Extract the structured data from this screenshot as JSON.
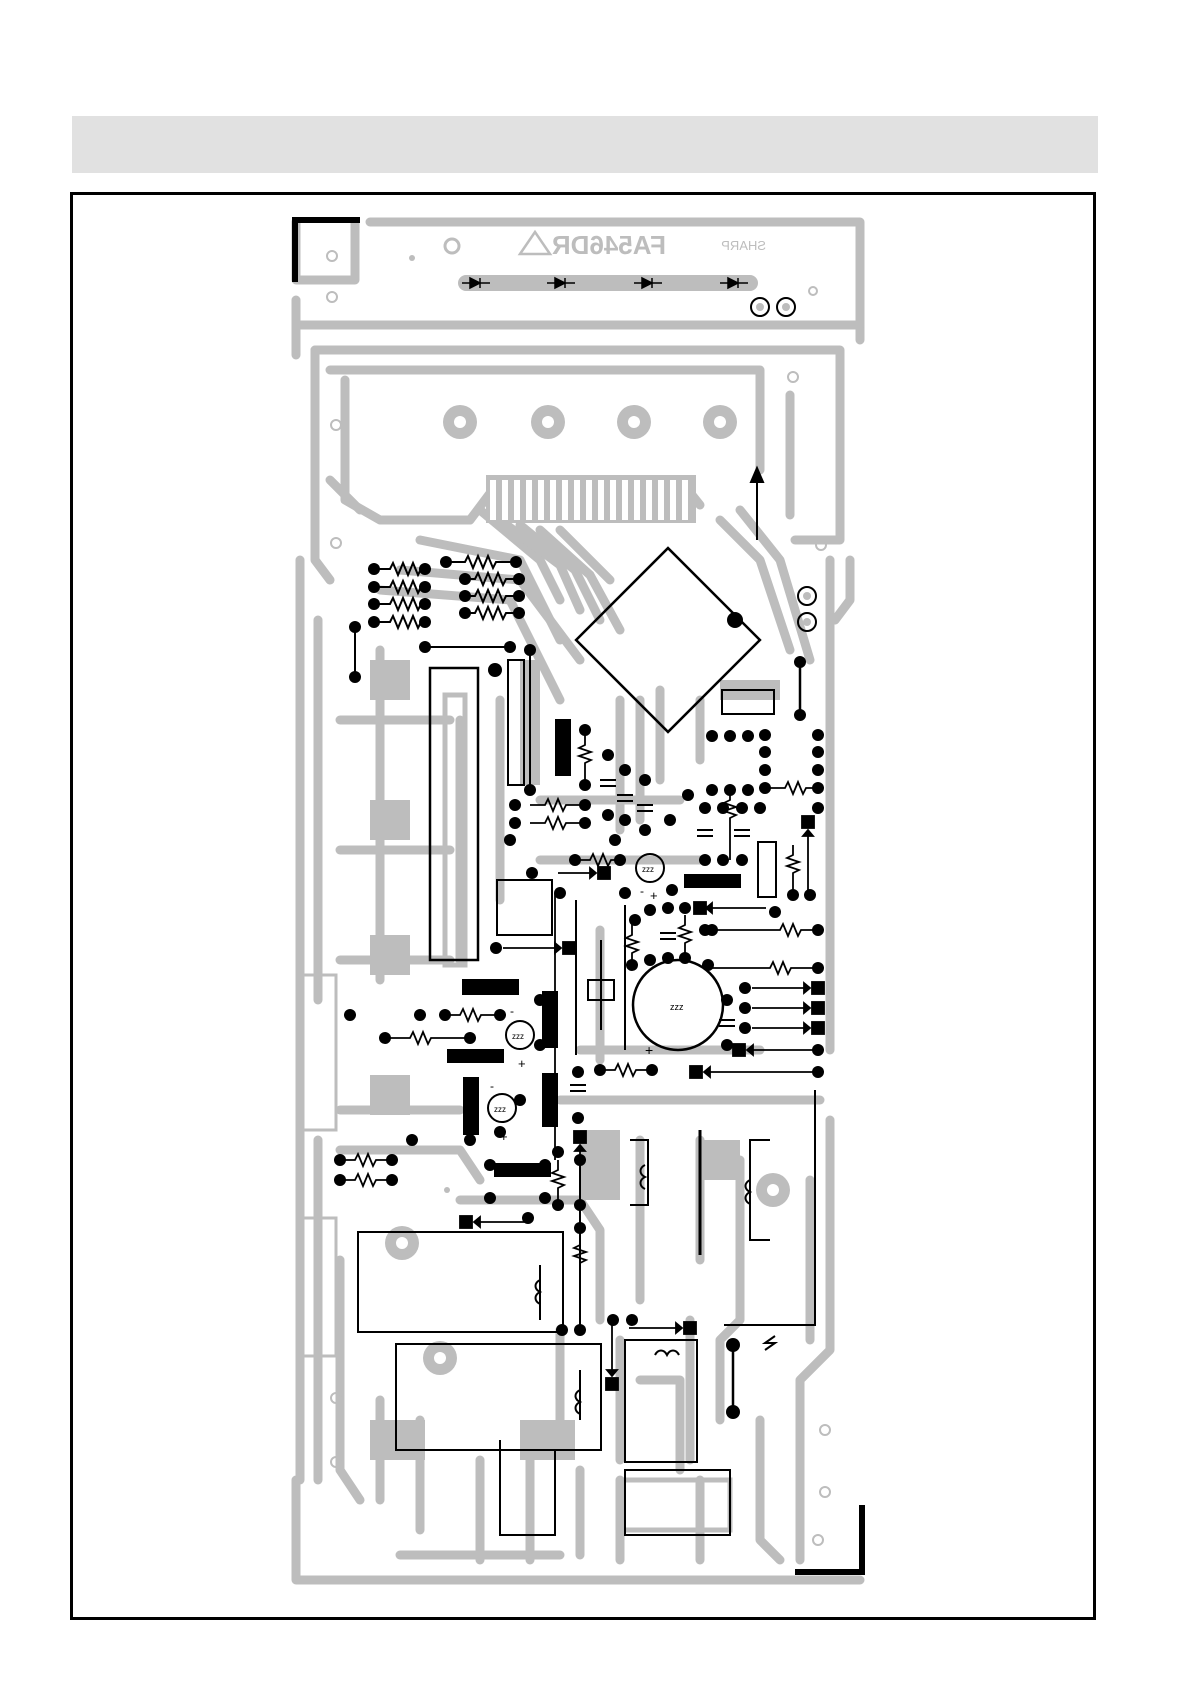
{
  "header": {
    "title": ""
  },
  "board": {
    "model_label": "FA546DR",
    "brand_label": "SHARP",
    "mirrored": true
  },
  "colors": {
    "copper": "#bdbdbd",
    "component": "#000000",
    "background": "#ffffff",
    "header_band": "#e1e1e1"
  },
  "component_markings": {
    "electrolytic_caps": [
      "zzz",
      "zzz",
      "zzz",
      "zzz"
    ],
    "polarity_plus": "+",
    "polarity_minus": "-"
  }
}
